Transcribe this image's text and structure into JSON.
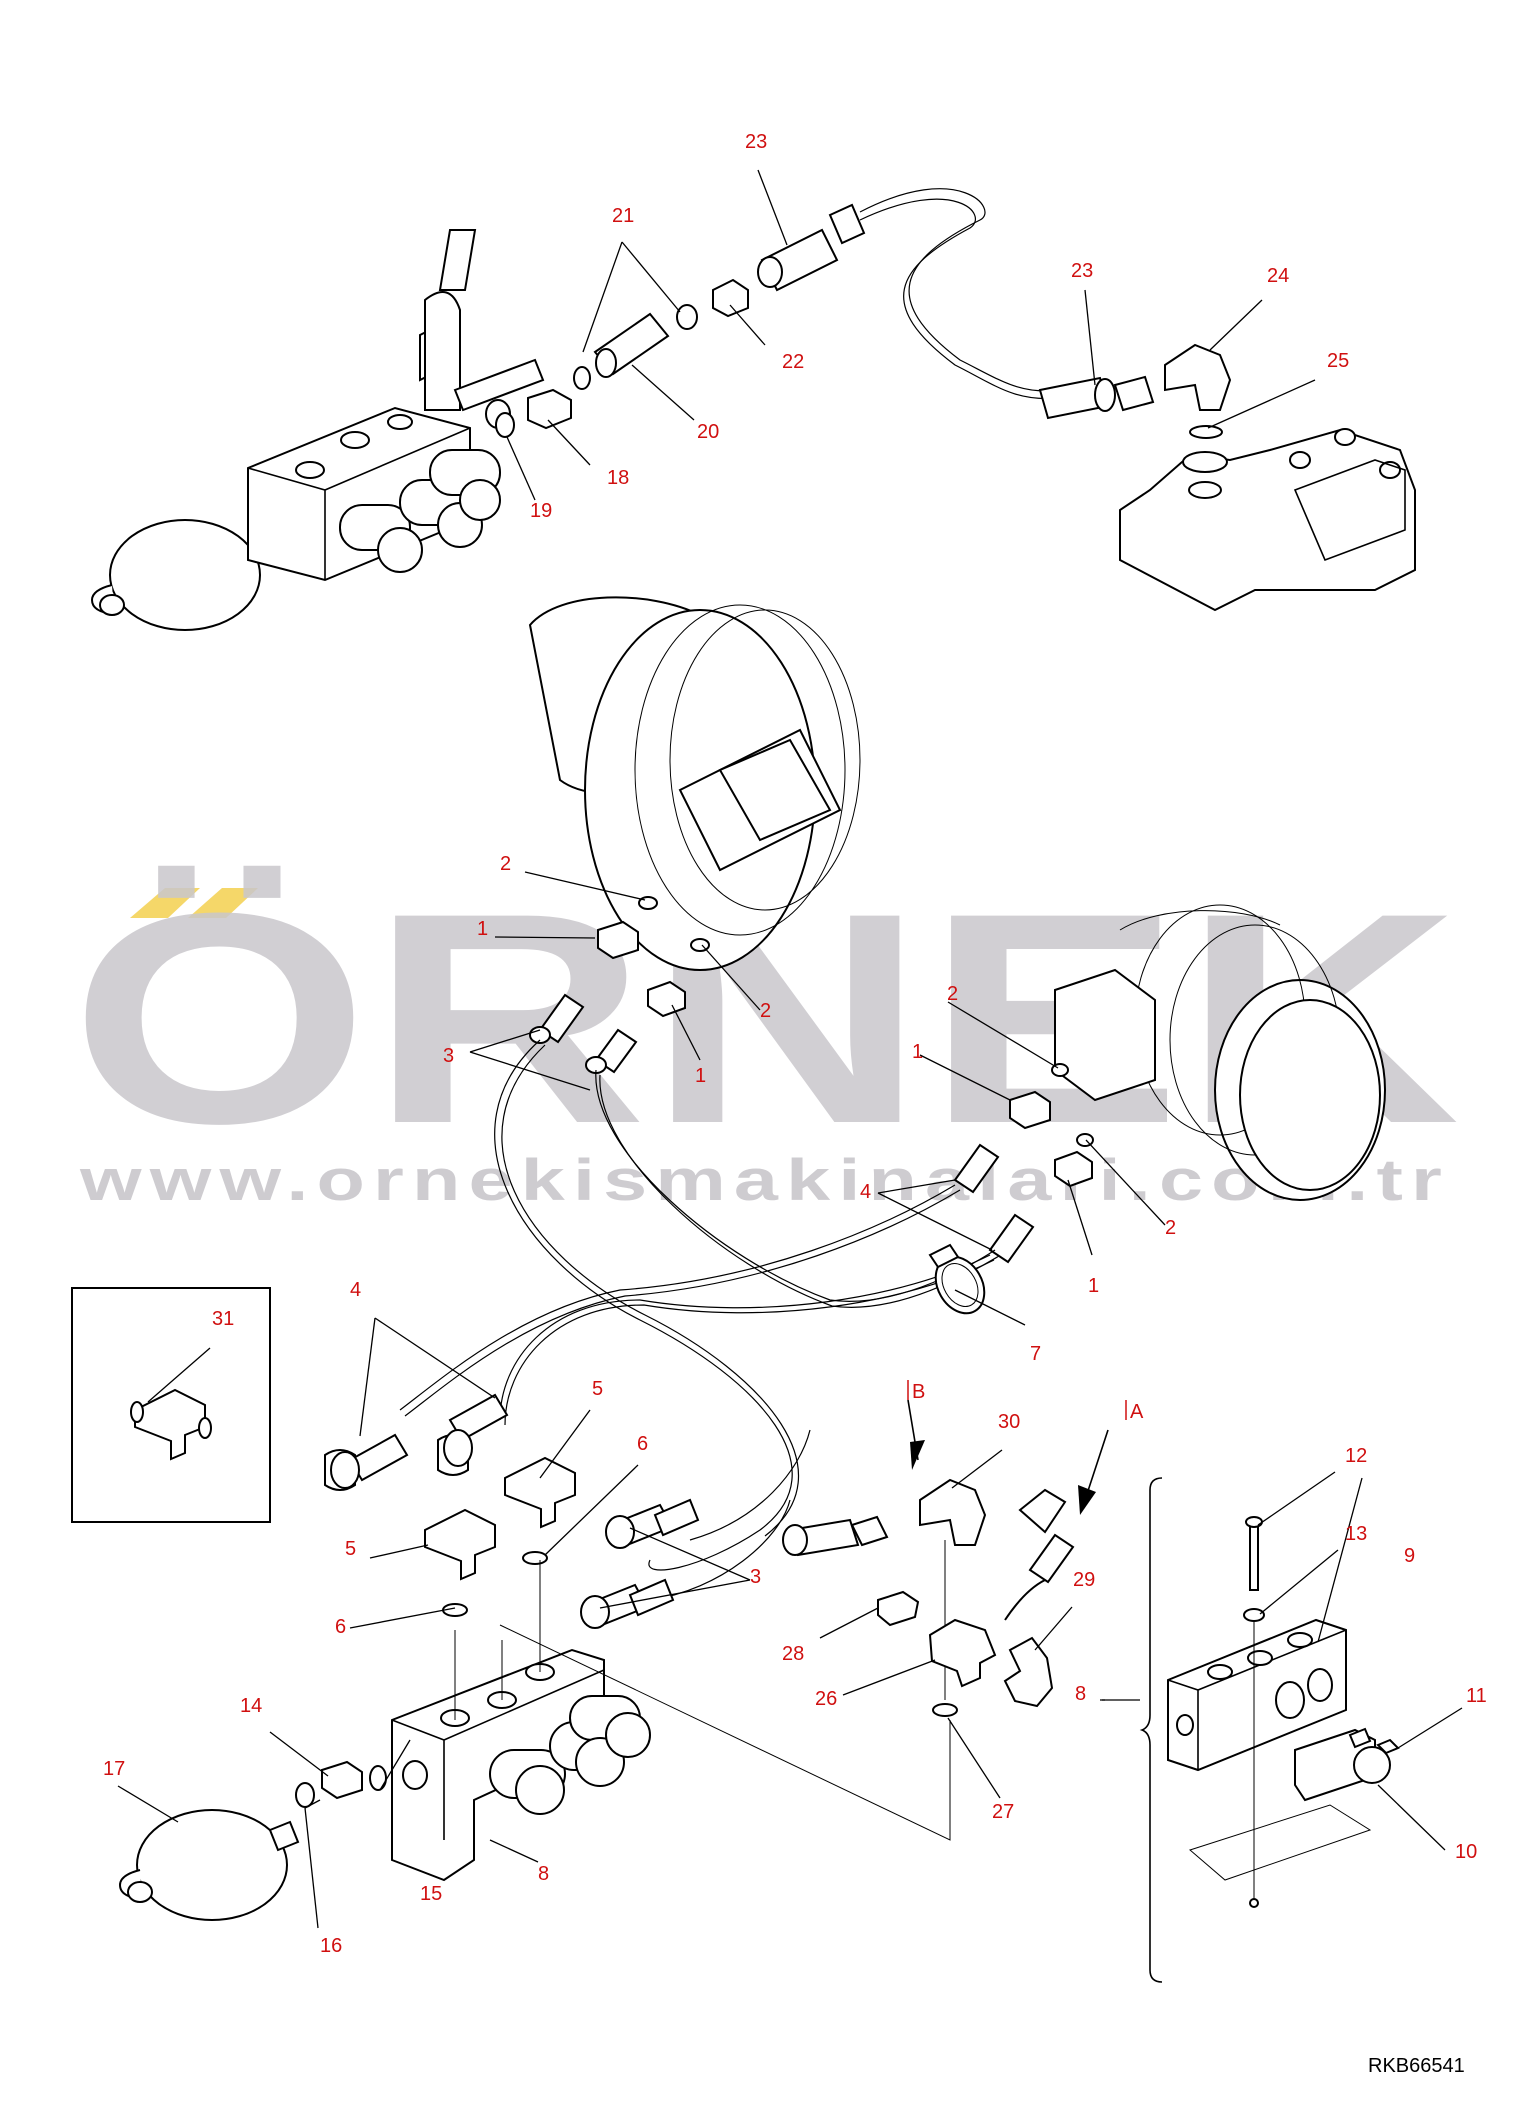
{
  "diagram": {
    "drawing_number": "RKB66541",
    "watermark": {
      "brand": "ÖRNEK",
      "url": "www.ornekismakinalari.com.tr",
      "accent_color": "#f5d769",
      "text_color": "#c9c7cc"
    },
    "callout_color": "#d01010",
    "callouts": {
      "c1a": "1",
      "c1b": "1",
      "c1c": "1",
      "c1d": "1",
      "c2a": "2",
      "c2b": "2",
      "c2c": "2",
      "c2d": "2",
      "c3a": "3",
      "c3b": "3",
      "c4a": "4",
      "c4b": "4",
      "c5a": "5",
      "c5b": "5",
      "c6a": "6",
      "c6b": "6",
      "c7": "7",
      "c8a": "8",
      "c8b": "8",
      "c9": "9",
      "c10": "10",
      "c11": "11",
      "c12": "12",
      "c13": "13",
      "c14": "14",
      "c15": "15",
      "c16": "16",
      "c17": "17",
      "c18": "18",
      "c19": "19",
      "c20": "20",
      "c21": "21",
      "c22": "22",
      "c23a": "23",
      "c23b": "23",
      "c24": "24",
      "c25": "25",
      "c26": "26",
      "c27": "27",
      "c28": "28",
      "c29": "29",
      "c30": "30",
      "c31": "31"
    },
    "references": {
      "view_a": "A",
      "view_b": "B"
    }
  }
}
